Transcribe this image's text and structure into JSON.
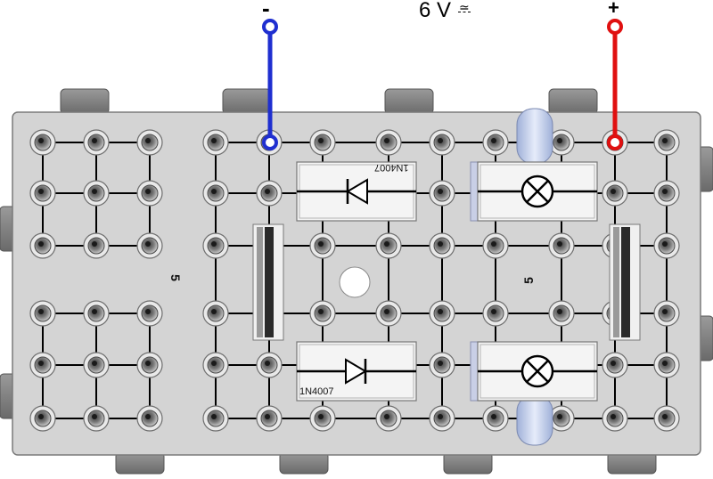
{
  "title": "Gleichrichter Brückenschaltung",
  "supply": {
    "minus_label": "-",
    "plus_label": "+",
    "voltage": "6 V",
    "voltage_symbol": "≃"
  },
  "components": {
    "diode_top": {
      "type": "diode",
      "text": "1N4007"
    },
    "diode_bottom": {
      "type": "diode",
      "text": "1N4007"
    },
    "lamp_top": {
      "type": "lamp"
    },
    "lamp_bottom": {
      "type": "lamp"
    },
    "module_left": {
      "text": "5"
    },
    "module_right": {
      "text": "5"
    }
  },
  "colors": {
    "board": "#d4d4d4",
    "board_edge": "#7a7a7a",
    "socket_ring": "#8a8a8a",
    "wire": "#000000",
    "minus_lead": "#1f2fd0",
    "plus_lead": "#e01010",
    "component_body": "#f4f4f4"
  }
}
